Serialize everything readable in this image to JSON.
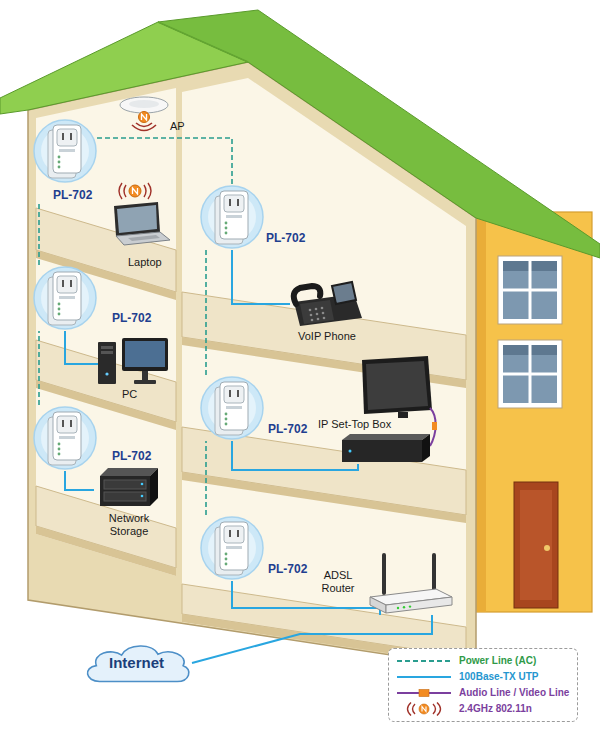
{
  "diagram": {
    "nodes": [
      {
        "text": [
          "AP"
        ]
      },
      {
        "text": [
          "PL-702"
        ]
      },
      {
        "text": [
          "Laptop"
        ]
      },
      {
        "text": [
          "PL-702"
        ]
      },
      {
        "text": [
          "VoIP Phone"
        ]
      },
      {
        "text": [
          "PL-702"
        ]
      },
      {
        "text": [
          "PC"
        ]
      },
      {
        "text": [
          "PL-702"
        ]
      },
      {
        "text": [
          "IP Set-Top Box"
        ]
      },
      {
        "text": [
          "PL-702"
        ]
      },
      {
        "text": [
          "Network Storage"
        ]
      },
      {
        "text": [
          "PL-702"
        ]
      },
      {
        "text": [
          "ADSL Router"
        ]
      },
      {
        "text": [
          "Internet"
        ]
      }
    ],
    "edges": [
      {
        "from": 1,
        "to": 3,
        "arrow": "none"
      },
      {
        "from": 5,
        "to": 1,
        "arrow": "none"
      },
      {
        "from": 9,
        "to": 5,
        "arrow": "none"
      },
      {
        "from": 7,
        "to": 3,
        "arrow": "none"
      },
      {
        "from": 11,
        "to": 7,
        "arrow": "none"
      },
      {
        "from": 3,
        "to": 4,
        "arrow": "none"
      },
      {
        "from": 5,
        "to": 6,
        "arrow": "none"
      },
      {
        "from": 7,
        "to": 8,
        "arrow": "none"
      },
      {
        "from": 9,
        "to": 10,
        "arrow": "none"
      },
      {
        "from": 11,
        "to": 12,
        "arrow": "none"
      },
      {
        "from": 13,
        "to": 12,
        "arrow": "none"
      }
    ],
    "legend": [
      {
        "text": "Power Line (AC)"
      },
      {
        "text": "100Base-TX UTP"
      },
      {
        "text": "Audio Line / Video Line"
      },
      {
        "text": "2.4GHz 802.11n"
      }
    ]
  }
}
